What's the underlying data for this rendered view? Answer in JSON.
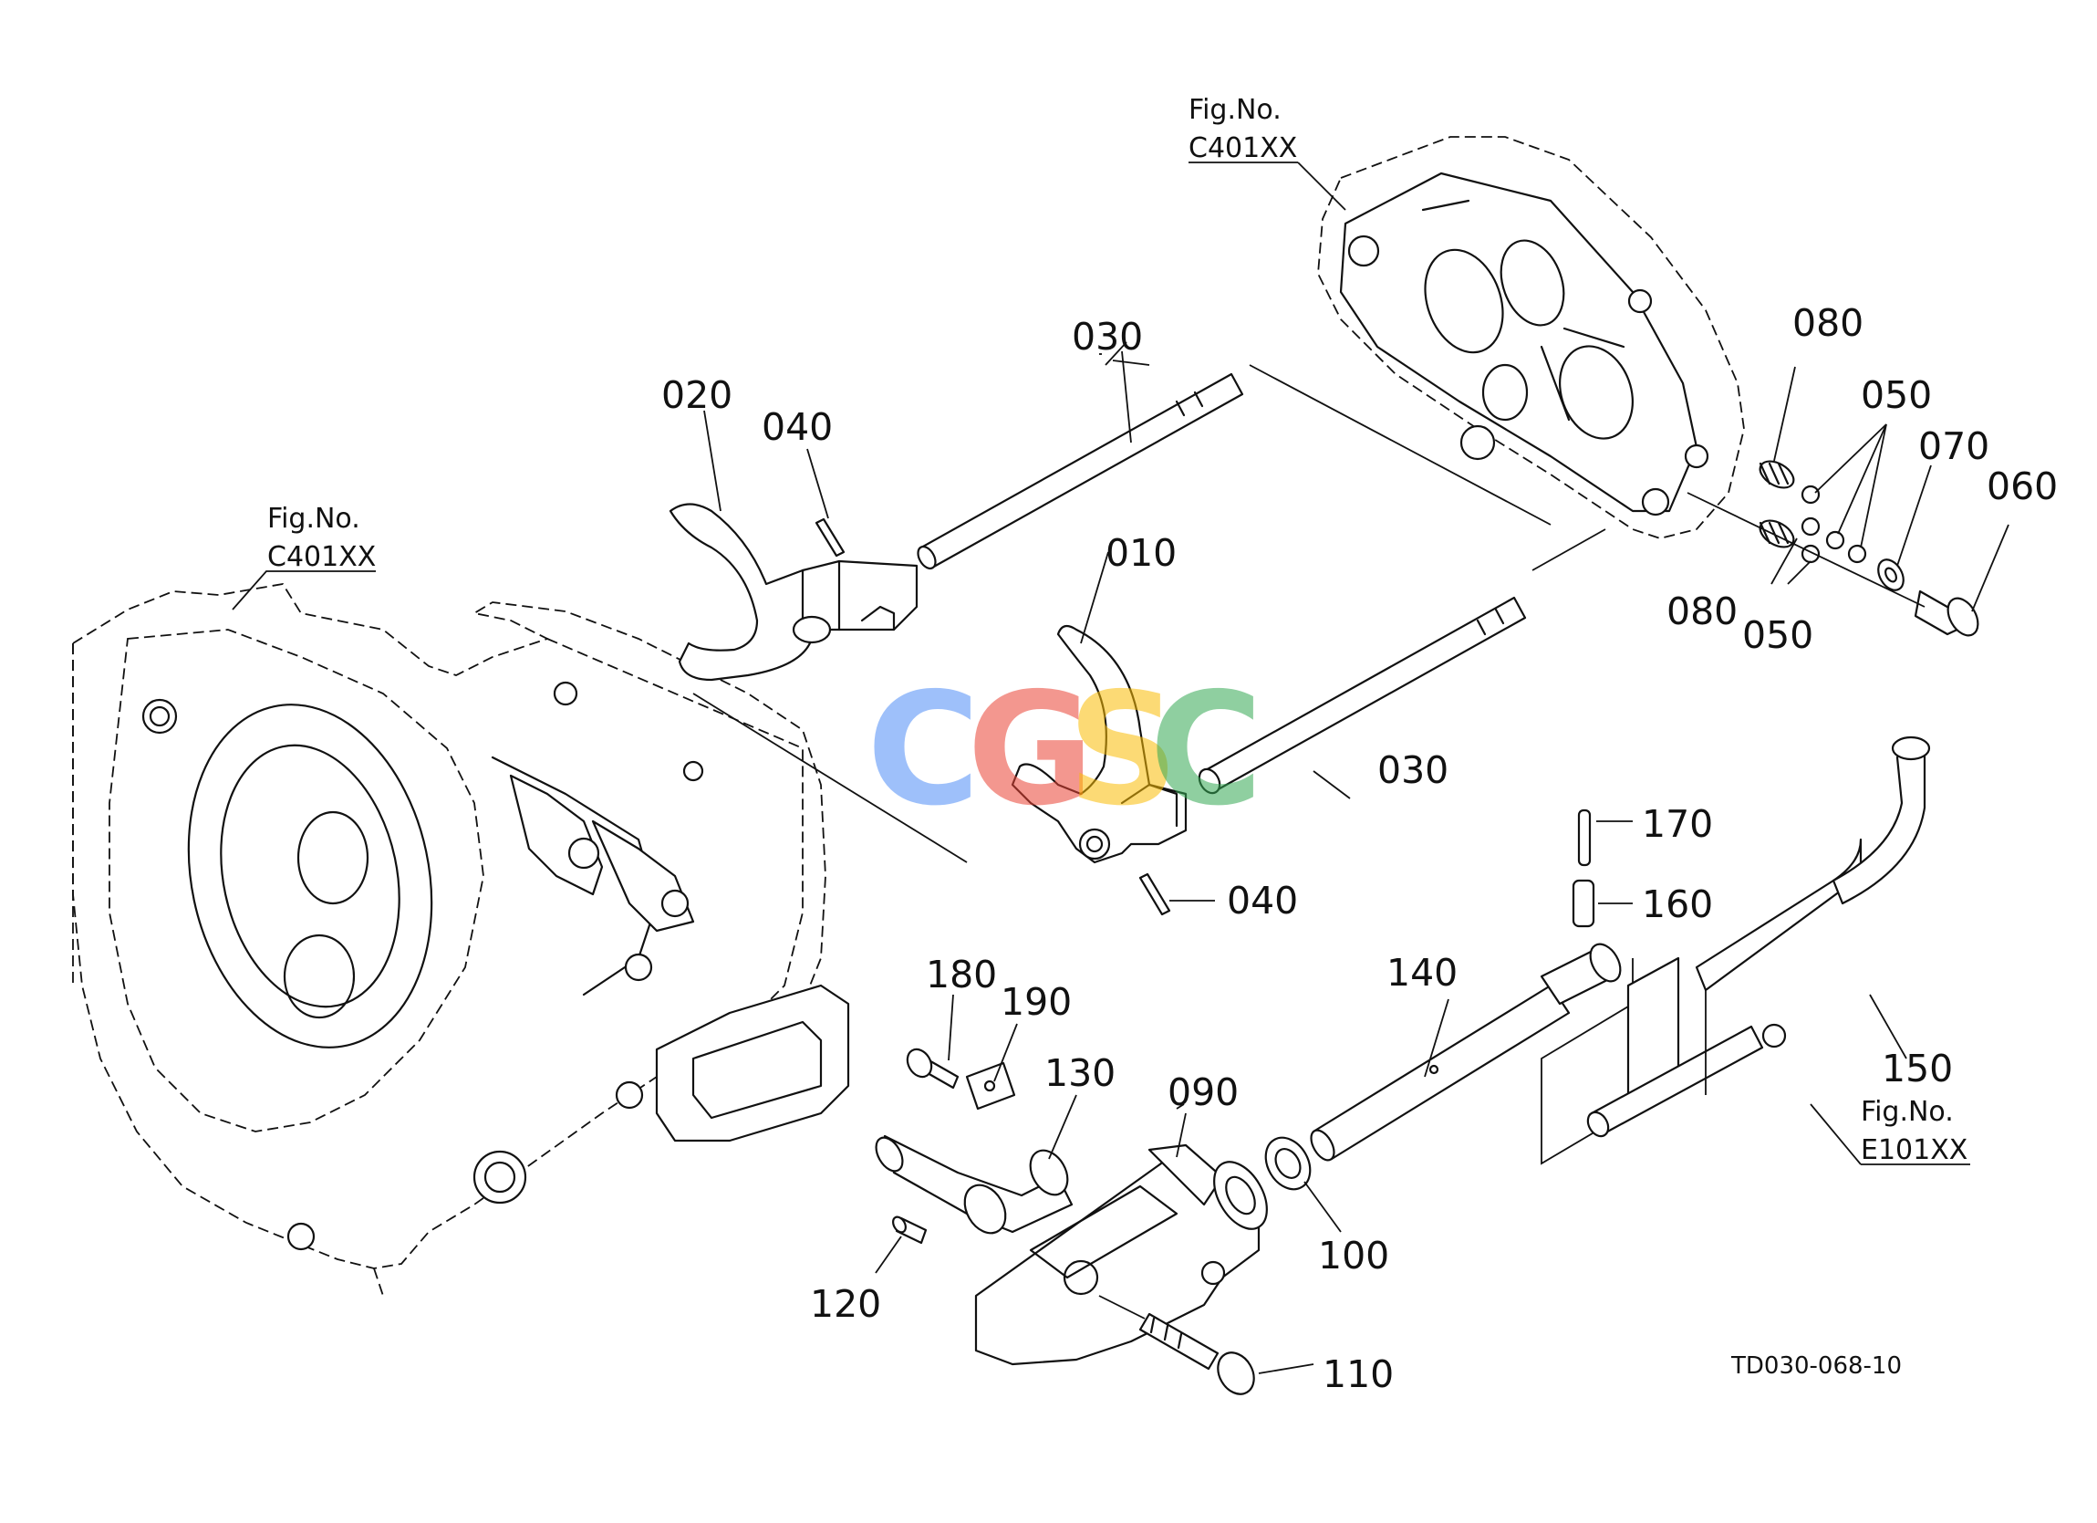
{
  "figure_refs": [
    {
      "id": "ref-top",
      "line1": "Fig.No.",
      "line2": "C401XX"
    },
    {
      "id": "ref-left",
      "line1": "Fig.No.",
      "line2": "C401XX"
    },
    {
      "id": "ref-right",
      "line1": "Fig.No.",
      "line2": "E101XX"
    }
  ],
  "part_labels": {
    "p010": "010",
    "p020": "020",
    "p030a": "030",
    "p030b": "030",
    "p040a": "040",
    "p040b": "040",
    "p050a": "050",
    "p050b": "050",
    "p060": "060",
    "p070": "070",
    "p080a": "080",
    "p080b": "080",
    "p090": "090",
    "p100": "100",
    "p110": "110",
    "p120": "120",
    "p130": "130",
    "p140": "140",
    "p150": "150",
    "p160": "160",
    "p170": "170",
    "p180": "180",
    "p190": "190"
  },
  "drawing_code": "TD030-068-10",
  "watermark": {
    "letters": [
      "C",
      "G",
      "S",
      "C"
    ],
    "colors": [
      "#4f8ef7",
      "#ea4335",
      "#fbbc05",
      "#34a853"
    ]
  }
}
